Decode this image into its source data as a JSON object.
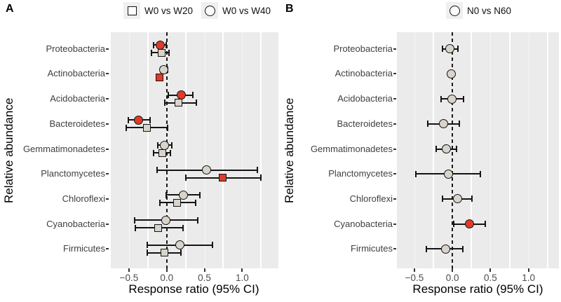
{
  "colors": {
    "significant": "#DE3B2B",
    "nonsignificant": "#D8D4CB",
    "marker_stroke": "#141414",
    "panel_background": "#EBEBEB",
    "gridline": "#FFFFFF",
    "axis_text": "#4D4D4D",
    "title_text": "#000000",
    "legend_key_background": "#EFEFEF"
  },
  "chart_data": [
    {
      "type": "scatter",
      "panel_label": "A",
      "xlabel": "Response ratio (95% CI)",
      "ylabel": "Relative abundance",
      "categories": [
        "Proteobacteria",
        "Actinobacteria",
        "Acidobacteria",
        "Bacteroidetes",
        "Gemmatimonadetes",
        "Planctomycetes",
        "Chloroflexi",
        "Cyanobacteria",
        "Firmicutes"
      ],
      "x_ticks": [
        -0.5,
        0,
        0.5,
        1
      ],
      "x_tick_labels": [
        "−0.5",
        "0.0",
        "0.5",
        "1.0"
      ],
      "x_minor_gridlines": [
        -0.75,
        -0.25,
        0.25,
        0.75,
        1.25
      ],
      "xlim": [
        -0.76,
        1.48
      ],
      "zero_reference_line": 0,
      "legend_position": "top",
      "grid": "vertical-white-on-gray",
      "series": [
        {
          "name": "W0 vs W20",
          "marker": "square",
          "points": [
            {
              "category": "Proteobacteria",
              "est": -0.07,
              "lo": -0.2,
              "hi": 0.03,
              "significant": false
            },
            {
              "category": "Actinobacteria",
              "est": -0.1,
              "lo": -0.14,
              "hi": -0.06,
              "significant": true
            },
            {
              "category": "Acidobacteria",
              "est": 0.16,
              "lo": -0.03,
              "hi": 0.39,
              "significant": false
            },
            {
              "category": "Bacteroidetes",
              "est": -0.26,
              "lo": -0.54,
              "hi": 0.01,
              "significant": false
            },
            {
              "category": "Gemmatimonadetes",
              "est": -0.06,
              "lo": -0.17,
              "hi": 0.05,
              "significant": false
            },
            {
              "category": "Planctomycetes",
              "est": 0.74,
              "lo": 0.25,
              "hi": 1.25,
              "significant": true
            },
            {
              "category": "Chloroflexi",
              "est": 0.14,
              "lo": -0.09,
              "hi": 0.38,
              "significant": false
            },
            {
              "category": "Cyanobacteria",
              "est": -0.11,
              "lo": -0.42,
              "hi": 0.22,
              "significant": false
            },
            {
              "category": "Firmicutes",
              "est": -0.03,
              "lo": -0.26,
              "hi": 0.19,
              "significant": false
            }
          ]
        },
        {
          "name": "W0 vs W40",
          "marker": "circle",
          "points": [
            {
              "category": "Proteobacteria",
              "est": -0.09,
              "lo": -0.17,
              "hi": -0.01,
              "significant": true
            },
            {
              "category": "Actinobacteria",
              "est": -0.04,
              "lo": -0.08,
              "hi": 0.01,
              "significant": false
            },
            {
              "category": "Acidobacteria",
              "est": 0.19,
              "lo": 0.02,
              "hi": 0.35,
              "significant": true
            },
            {
              "category": "Bacteroidetes",
              "est": -0.37,
              "lo": -0.51,
              "hi": -0.22,
              "significant": true
            },
            {
              "category": "Gemmatimonadetes",
              "est": -0.03,
              "lo": -0.12,
              "hi": 0.07,
              "significant": false
            },
            {
              "category": "Planctomycetes",
              "est": 0.53,
              "lo": -0.13,
              "hi": 1.2,
              "significant": false
            },
            {
              "category": "Chloroflexi",
              "est": 0.22,
              "lo": -0.01,
              "hi": 0.44,
              "significant": false
            },
            {
              "category": "Cyanobacteria",
              "est": -0.01,
              "lo": -0.43,
              "hi": 0.41,
              "significant": false
            },
            {
              "category": "Firmicutes",
              "est": 0.17,
              "lo": -0.26,
              "hi": 0.61,
              "significant": false
            }
          ]
        }
      ]
    },
    {
      "type": "scatter",
      "panel_label": "B",
      "xlabel": "Response ratio (95% CI)",
      "ylabel": "Relative abundance",
      "categories": [
        "Proteobacteria",
        "Actinobacteria",
        "Acidobacteria",
        "Bacteroidetes",
        "Gemmatimonadetes",
        "Planctomycetes",
        "Chloroflexi",
        "Cyanobacteria",
        "Firmicutes"
      ],
      "x_ticks": [
        -0.5,
        0,
        0.5,
        1
      ],
      "x_tick_labels": [
        "−0.5",
        "0.0",
        "0.5",
        "1.0"
      ],
      "x_minor_gridlines": [
        -0.75,
        -0.25,
        0.25,
        0.75,
        1.25
      ],
      "xlim": [
        -0.73,
        1.4
      ],
      "zero_reference_line": 0,
      "legend_position": "top",
      "grid": "vertical-white-on-gray",
      "series": [
        {
          "name": "N0 vs N60",
          "marker": "circle",
          "points": [
            {
              "category": "Proteobacteria",
              "est": -0.03,
              "lo": -0.13,
              "hi": 0.07,
              "significant": false
            },
            {
              "category": "Actinobacteria",
              "est": -0.02,
              "lo": -0.05,
              "hi": 0.02,
              "significant": false
            },
            {
              "category": "Acidobacteria",
              "est": -0.01,
              "lo": -0.15,
              "hi": 0.15,
              "significant": false
            },
            {
              "category": "Bacteroidetes",
              "est": -0.12,
              "lo": -0.32,
              "hi": 0.09,
              "significant": false
            },
            {
              "category": "Gemmatimonadetes",
              "est": -0.08,
              "lo": -0.21,
              "hi": 0.05,
              "significant": false
            },
            {
              "category": "Planctomycetes",
              "est": -0.05,
              "lo": -0.48,
              "hi": 0.37,
              "significant": false
            },
            {
              "category": "Chloroflexi",
              "est": 0.07,
              "lo": -0.13,
              "hi": 0.26,
              "significant": false
            },
            {
              "category": "Cyanobacteria",
              "est": 0.22,
              "lo": 0.02,
              "hi": 0.43,
              "significant": true
            },
            {
              "category": "Firmicutes",
              "est": -0.09,
              "lo": -0.34,
              "hi": 0.14,
              "significant": false
            }
          ]
        }
      ]
    }
  ]
}
